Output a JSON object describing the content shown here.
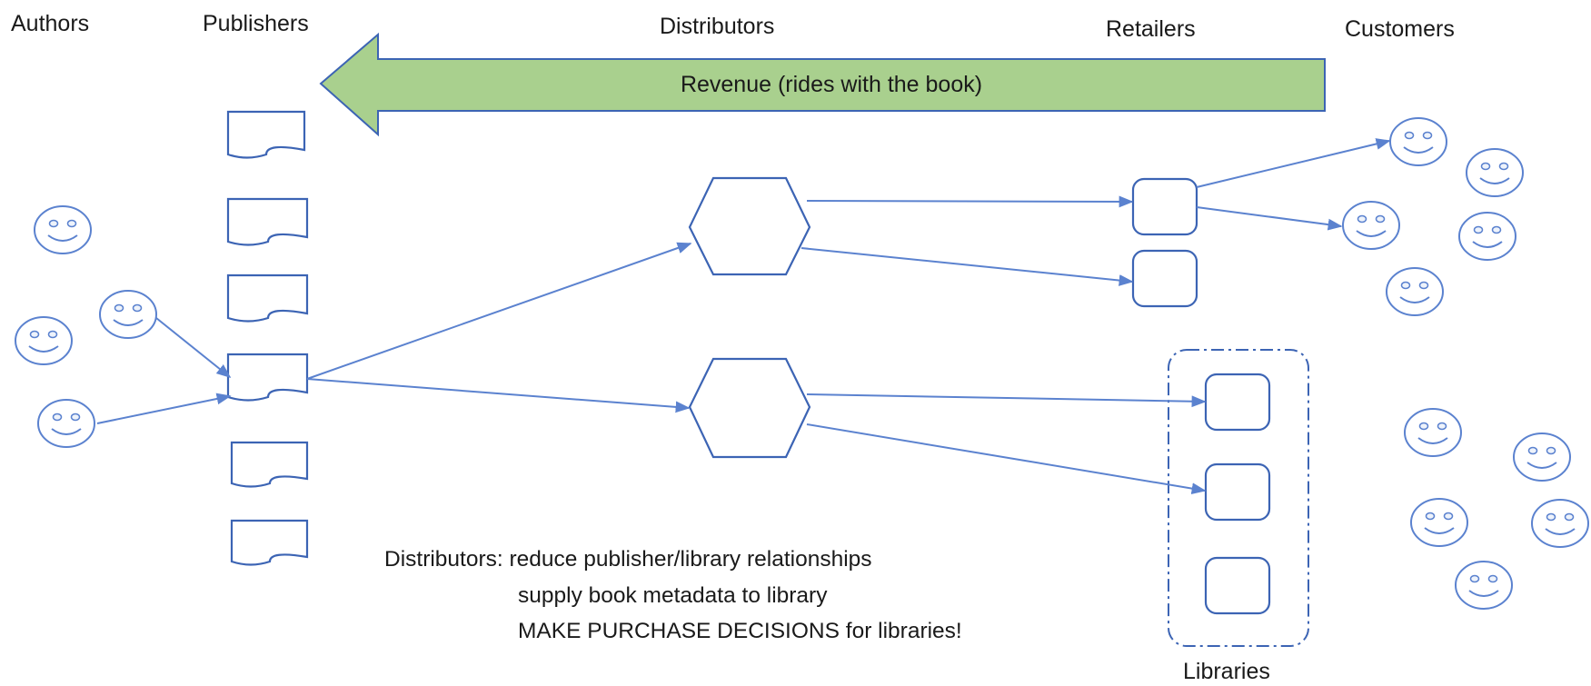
{
  "headers": {
    "authors": "Authors",
    "publishers": "Publishers",
    "distributors": "Distributors",
    "retailers": "Retailers",
    "customers": "Customers",
    "libraries": "Libraries"
  },
  "banner": {
    "label": "Revenue (rides with the book)",
    "color": "#a9d08e"
  },
  "note": {
    "line1": "Distributors: reduce publisher/library relationships",
    "line2": "supply book metadata to library",
    "line3": "MAKE PURCHASE DECISIONS for libraries!"
  },
  "colors": {
    "stroke": "#3c64b4",
    "arrow": "#5b82cf"
  },
  "icons": {
    "person": "smiley-face-icon",
    "publisher": "document-shape",
    "distributor": "hexagon-shape",
    "retailer": "rounded-square-shape",
    "library": "rounded-square-shape"
  }
}
